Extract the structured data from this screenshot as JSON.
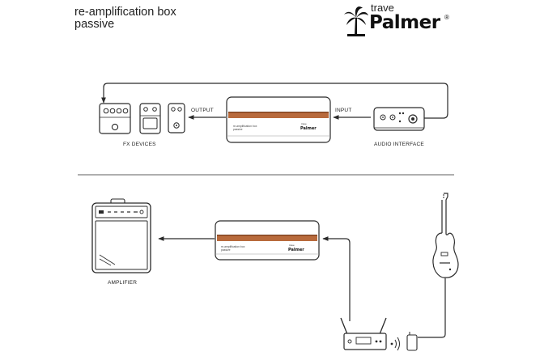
{
  "header": {
    "title_line1": "re-amplification box",
    "title_line2": "passive"
  },
  "brand": {
    "sub": "trave",
    "name": "Palmer",
    "reg": "®"
  },
  "labels": {
    "fx_devices": "FX DEVICES",
    "output": "OUTPUT",
    "input": "INPUT",
    "audio_interface": "AUDIO INTERFACE",
    "amplifier": "AMPLIFIER"
  },
  "box": {
    "line1": "re-amplification box",
    "line2": "passive",
    "brand_sub": "trave",
    "brand_name": "Palmer"
  },
  "colors": {
    "accent_copper": "#b86a3c",
    "line": "#2a2a2a"
  }
}
